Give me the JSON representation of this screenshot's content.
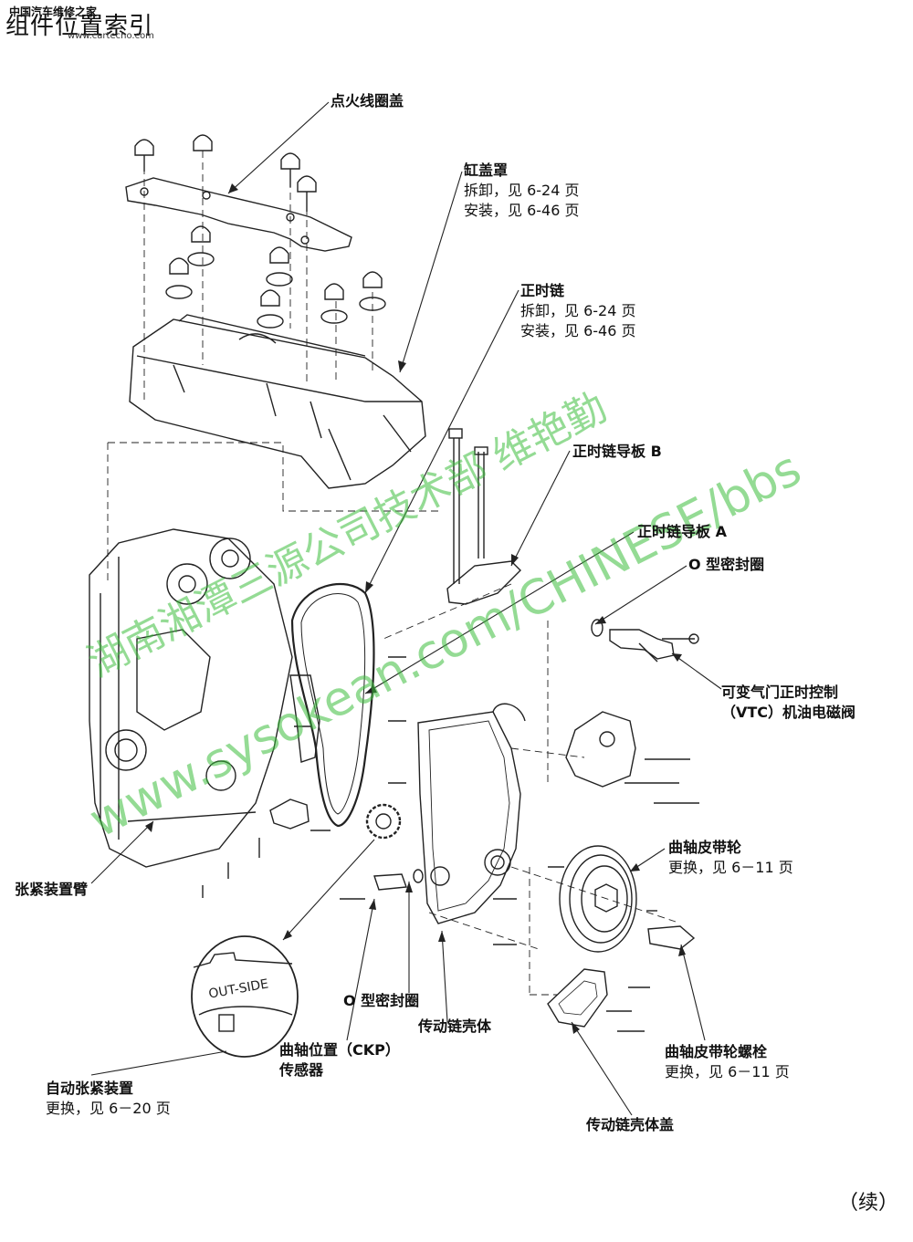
{
  "header": {
    "title": "组件位置索引",
    "site_name": "中国汽车维修之家",
    "site_url": "www.cartecho.com"
  },
  "watermark": {
    "line1": "湖南湘潭三源公司技术部 维艳勤",
    "line2": "www.sysokean.com/CHINESE/bbs"
  },
  "labels": {
    "ignition_coil_cover": {
      "title": "点火线圈盖"
    },
    "cylinder_head_cover": {
      "title": "缸盖罩",
      "line1": "拆卸，见 6-24 页",
      "line2": "安装，见 6-46 页"
    },
    "cam_chain": {
      "title": "正时链",
      "line1": "拆卸，见 6-24 页",
      "line2": "安装，见 6-46 页"
    },
    "cam_chain_guide_b": {
      "title": "正时链导板 B"
    },
    "cam_chain_guide_a": {
      "title": "正时链导板 A"
    },
    "o_ring_top": {
      "title": "O 型密封圈"
    },
    "vtc_solenoid": {
      "line1": "可变气门正时控制",
      "line2": "（VTC）机油电磁阀"
    },
    "tensioner_arm": {
      "title": "张紧装置臂"
    },
    "crank_pulley": {
      "title": "曲轴皮带轮",
      "line1": "更换，见 6－11 页"
    },
    "o_ring_bottom": {
      "title": "O 型密封圈"
    },
    "chain_case": {
      "title": "传动链壳体"
    },
    "ckp_sensor": {
      "line1": "曲轴位置（CKP）",
      "line2": "传感器"
    },
    "crank_pulley_bolt": {
      "title": "曲轴皮带轮螺栓",
      "line1": "更换，见 6－11 页"
    },
    "auto_tensioner": {
      "title": "自动张紧装置",
      "line1": "更换，见 6－20 页"
    },
    "chain_case_cover": {
      "title": "传动链壳体盖"
    },
    "detail_stamp": "OUT-SIDE"
  },
  "footer": {
    "continued": "（续）"
  }
}
